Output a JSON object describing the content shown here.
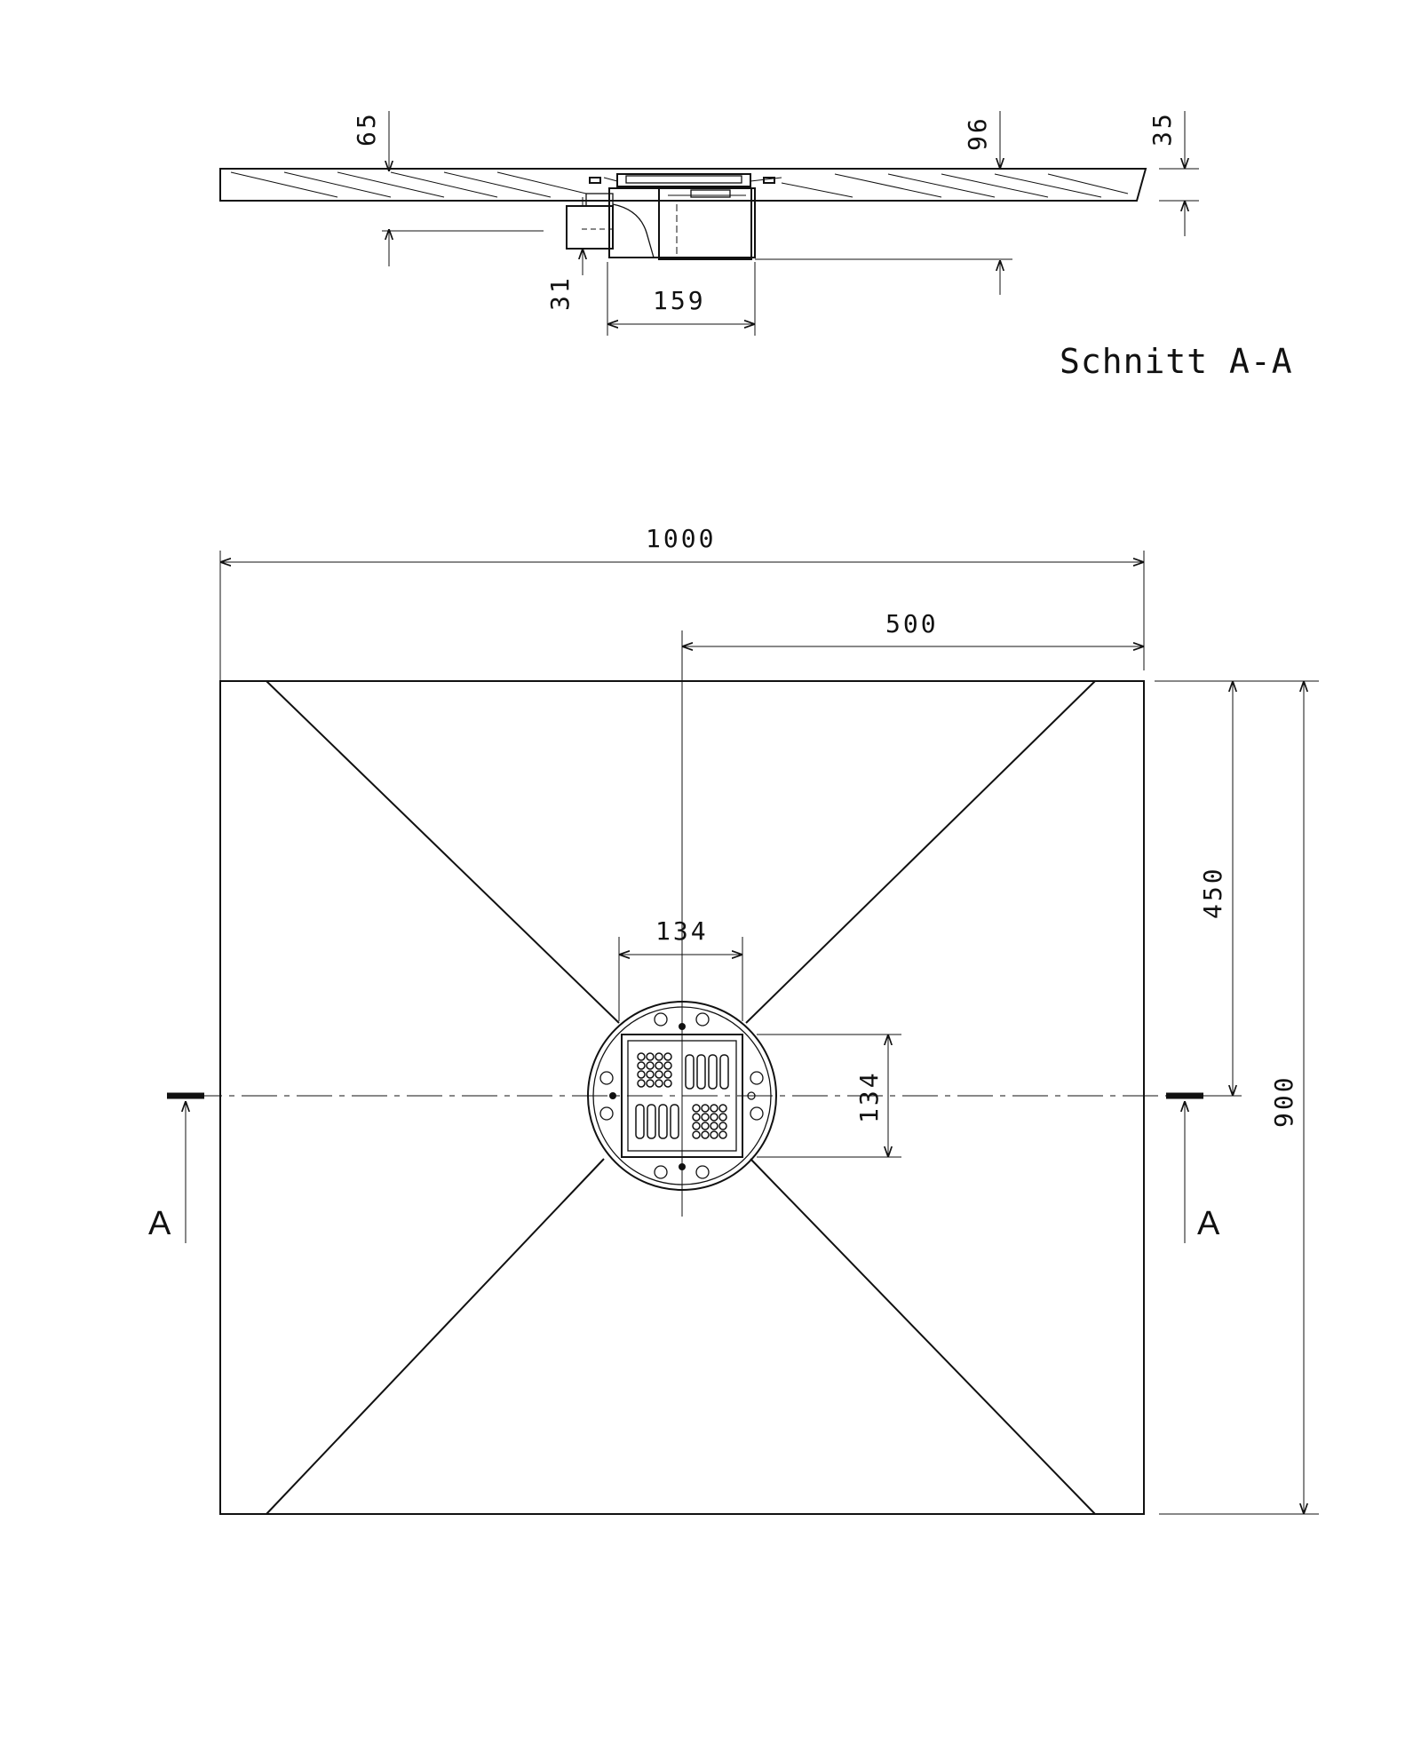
{
  "section": {
    "title": "Schnitt A-A",
    "dims": {
      "d65": "65",
      "d96": "96",
      "d35": "35",
      "d31": "31",
      "d159": "159"
    }
  },
  "plan": {
    "dims": {
      "width": "1000",
      "half_width": "500",
      "drain_w": "134",
      "drain_h": "134",
      "half_depth": "450",
      "depth": "900"
    },
    "cut_left": "A",
    "cut_right": "A"
  },
  "colors": {
    "line": "#111111",
    "background": "#ffffff"
  }
}
